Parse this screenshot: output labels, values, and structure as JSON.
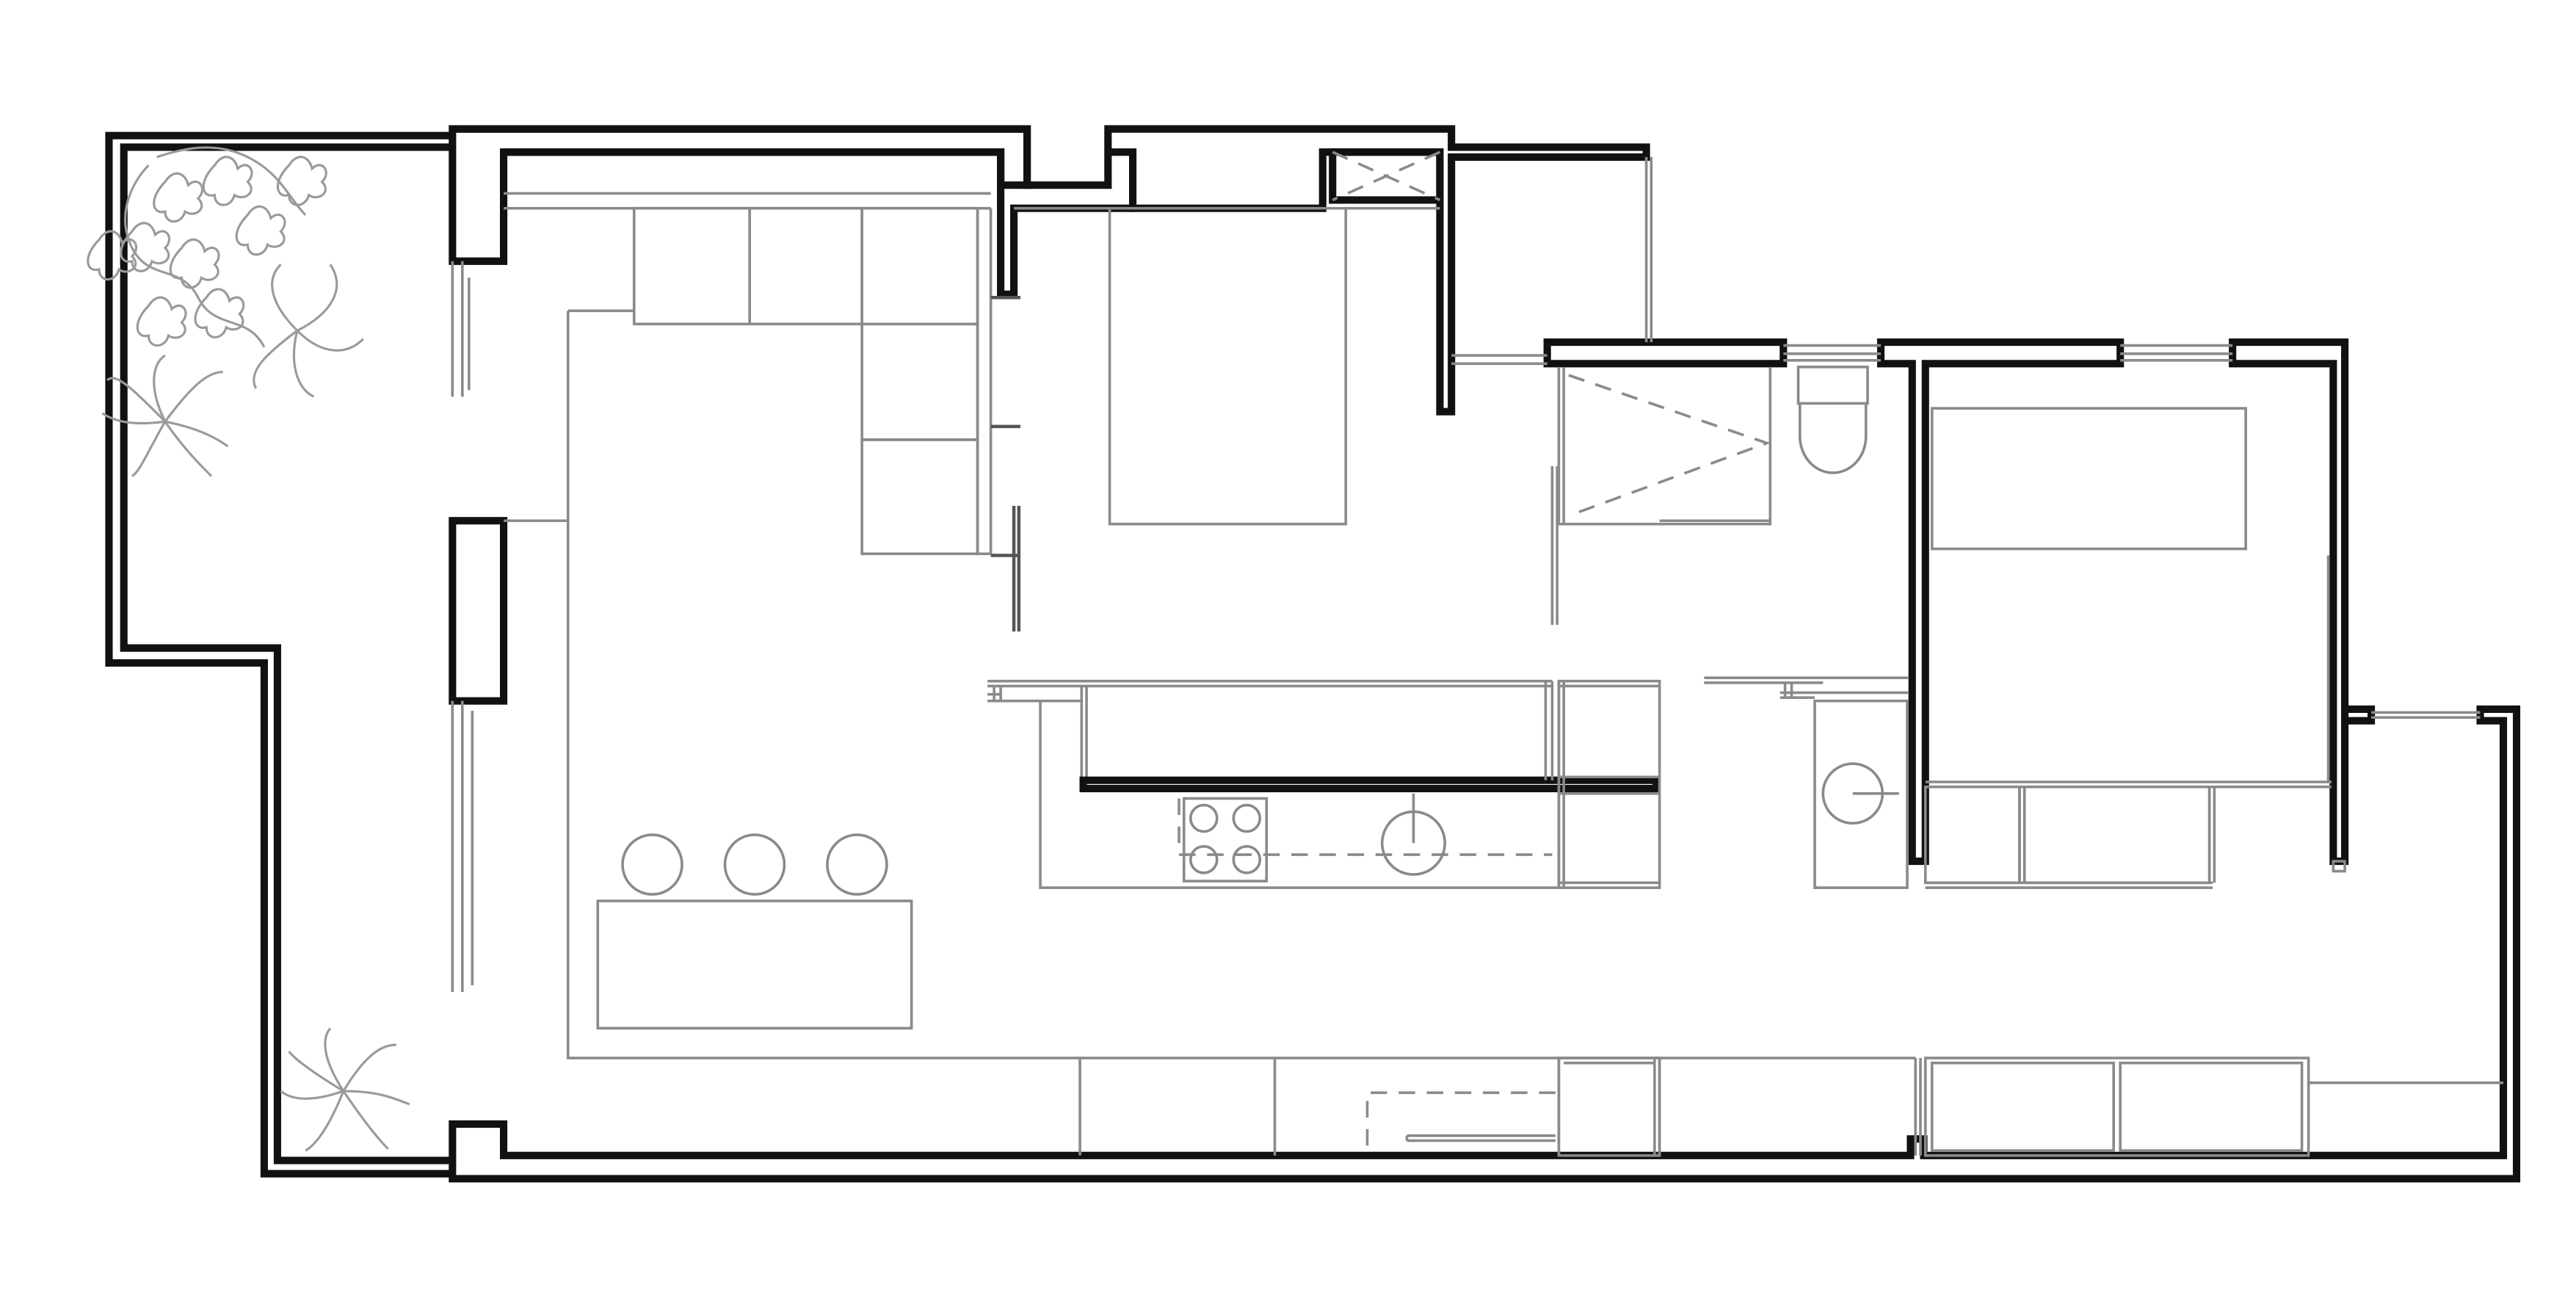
{
  "drawing": {
    "type": "architectural floor plan",
    "line_color": "#111111",
    "detail_color": "#8a8a8a",
    "background": "#ffffff",
    "furniture": {
      "bar_stools": 3,
      "cooktop_burners": 4,
      "beds": 2
    }
  }
}
